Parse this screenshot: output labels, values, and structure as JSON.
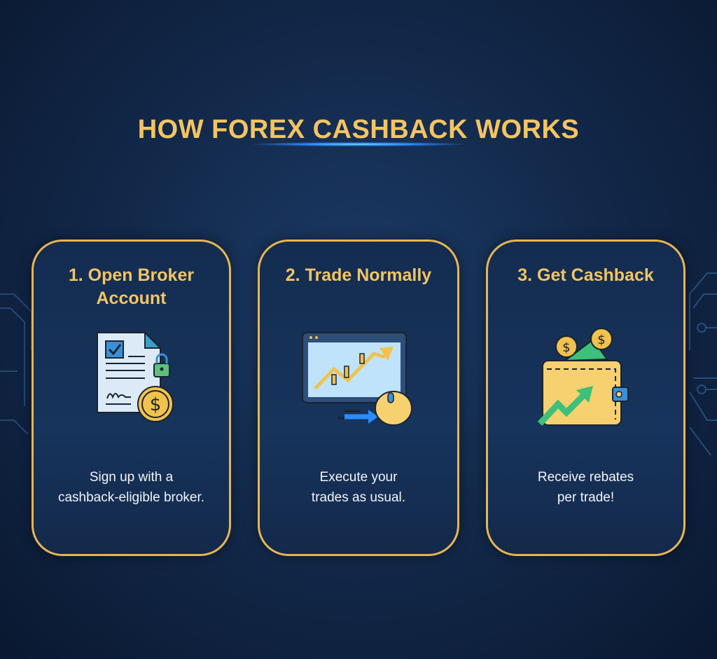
{
  "title": "HOW FOREX CASHBACK WORKS",
  "steps": [
    {
      "title_line1": "1. Open Broker",
      "title_line2": "Account",
      "desc_line1": "Sign up with a",
      "desc_line2": "cashback-eligible broker.",
      "icon": "signed-document-icon"
    },
    {
      "title_line1": "2. Trade Normally",
      "title_line2": "",
      "desc_line1": "Execute your",
      "desc_line2": "trades as usual.",
      "icon": "trading-monitor-icon"
    },
    {
      "title_line1": "3. Get Cashback",
      "title_line2": "",
      "desc_line1": "Receive rebates",
      "desc_line2": "per trade!",
      "icon": "wallet-cash-icon"
    }
  ],
  "colors": {
    "gold": "#f4c463",
    "border": "#e6b553",
    "background": "#132a4c"
  }
}
